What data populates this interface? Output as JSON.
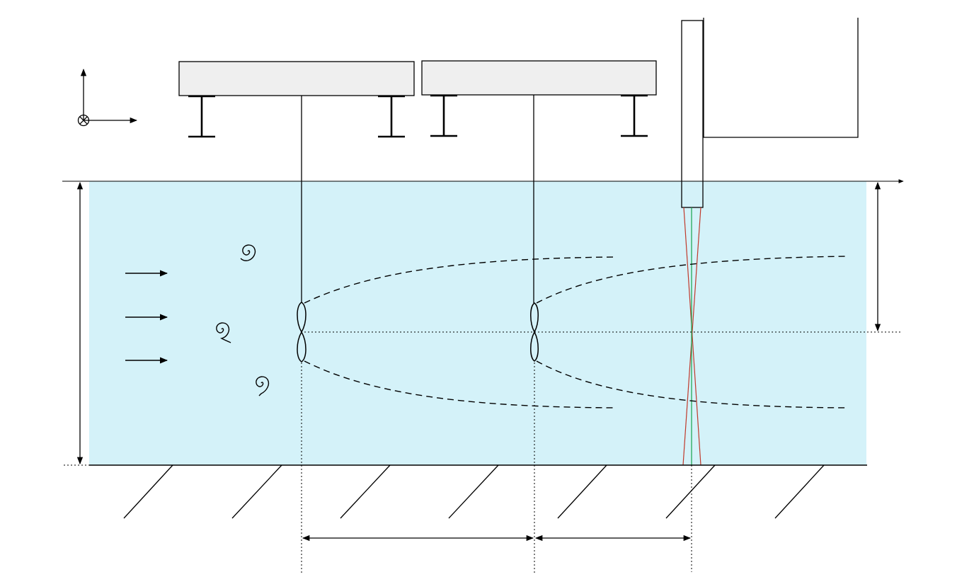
{
  "colors": {
    "background": "#ffffff",
    "water": "#d4f2f9",
    "ink": "#000000",
    "carriage_fill": "#efefef",
    "beam_red": "#c0392b",
    "beam_green": "#16a34a"
  },
  "diagram": {
    "description_items": [
      "coordinate-axes",
      "tow-carriage-left",
      "tow-carriage-right",
      "instrument-probe",
      "probe-housing-frame",
      "water-channel",
      "flow-arrows",
      "turbulence-vortices",
      "turbine-rotor-upstream",
      "turbine-rotor-downstream",
      "wake-boundaries",
      "laser-beams",
      "channel-bed-hatching",
      "dimension-arrows"
    ],
    "vortex_count": 3,
    "flow_arrow_count": 3,
    "rotor_count": 2,
    "hatch_count": 7
  }
}
